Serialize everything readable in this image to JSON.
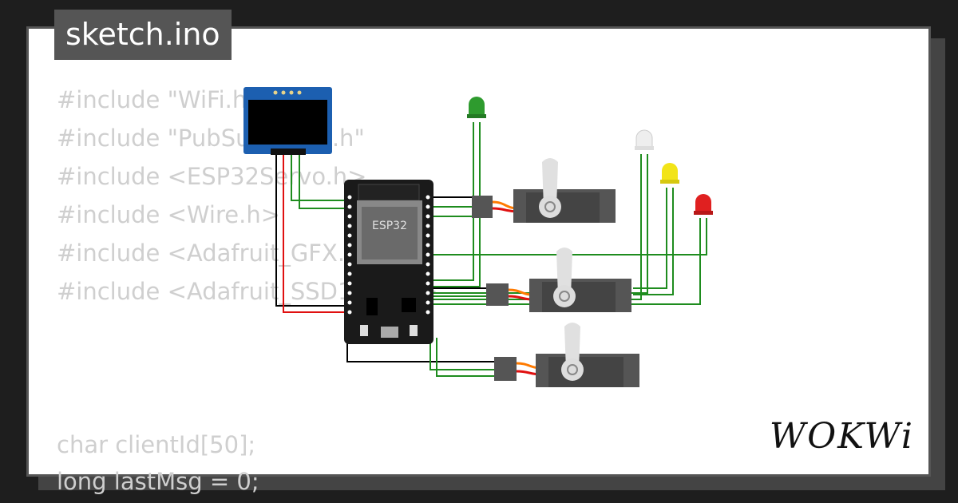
{
  "file_tab": {
    "label": "sketch.ino"
  },
  "code": {
    "lines": [
      "#include \"WiFi.h\"",
      "#include \"PubSubClient.h\"",
      "#include <ESP32Servo.h>",
      "#include <Wire.h>",
      "#include <Adafruit_GFX.h>",
      "#include <Adafruit_SSD1306.h>",
      "char clientId[50];",
      "long lastMsg = 0;"
    ]
  },
  "board": {
    "label": "ESP32"
  },
  "leds": {
    "colors": [
      "#2e9b2e",
      "#f0f0f0",
      "#f2e418",
      "#e02020"
    ]
  },
  "wire_colors": {
    "signal": "#1e8c1e",
    "power": "#e01010",
    "ground": "#000000",
    "servo_signal": "#ff7a00"
  },
  "brand": {
    "logo": "WOKWi"
  }
}
